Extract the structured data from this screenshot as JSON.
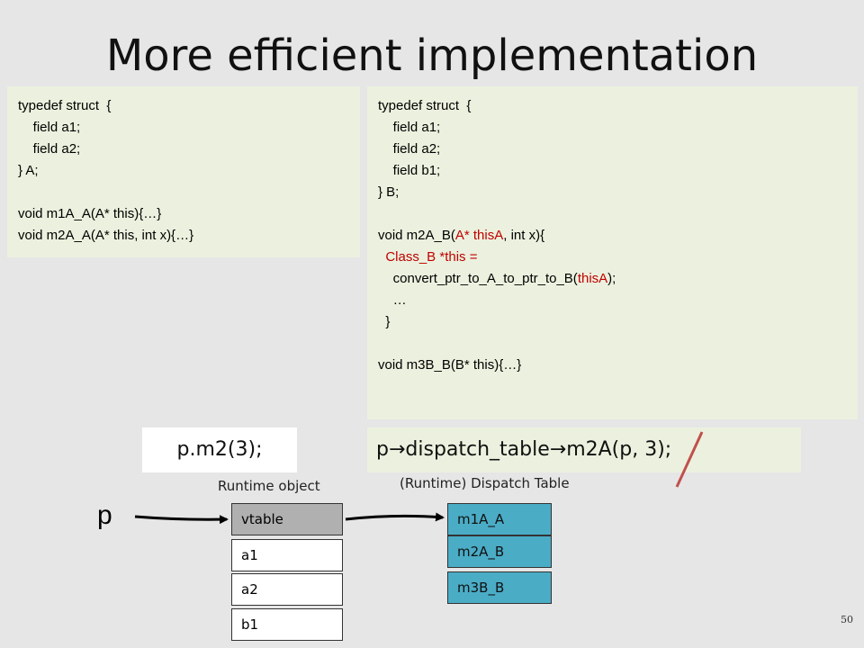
{
  "title": "More efficient implementation",
  "code_a": [
    "typedef struct  {",
    "    field a1;",
    "    field a2;",
    "} A;",
    "",
    "void m1A_A(A* this){…}",
    "void m2A_A(A* this, int x){…}"
  ],
  "code_b": {
    "l1": "typedef struct  {",
    "l2": "    field a1;",
    "l3": "    field a2;",
    "l4": "    field b1;",
    "l5": "} B;",
    "l7a": "void m2A_B(",
    "l7b": "A* thisA",
    "l7c": ", int x){",
    "l8": "  Class_B *this =",
    "l9a": "    convert_ptr_to_A_to_ptr_to_B(",
    "l9b": "thisA",
    "l9c": ");",
    "l10": "    …",
    "l11": "  }",
    "l13": "void m3B_B(B* this){…}"
  },
  "call_simple": "p.m2(3);",
  "call_dispatch": "p→dispatch_table→m2A(p, 3);",
  "labels": {
    "runtime_object": "Runtime object",
    "dispatch_table": "(Runtime) Dispatch Table",
    "pointer": "p"
  },
  "runtime_object_fields": [
    "vtable",
    "a1",
    "a2",
    "b1"
  ],
  "dispatch_table_entries": [
    "m1A_A",
    "m2A_B",
    "m3B_B"
  ],
  "page_number": "50",
  "colors": {
    "code_bg": "#ebf1de",
    "highlight_red": "#c00000",
    "dispatch_cell": "#4bacc6",
    "vtable_cell": "#b0b0b0",
    "strike": "#c0504d"
  }
}
